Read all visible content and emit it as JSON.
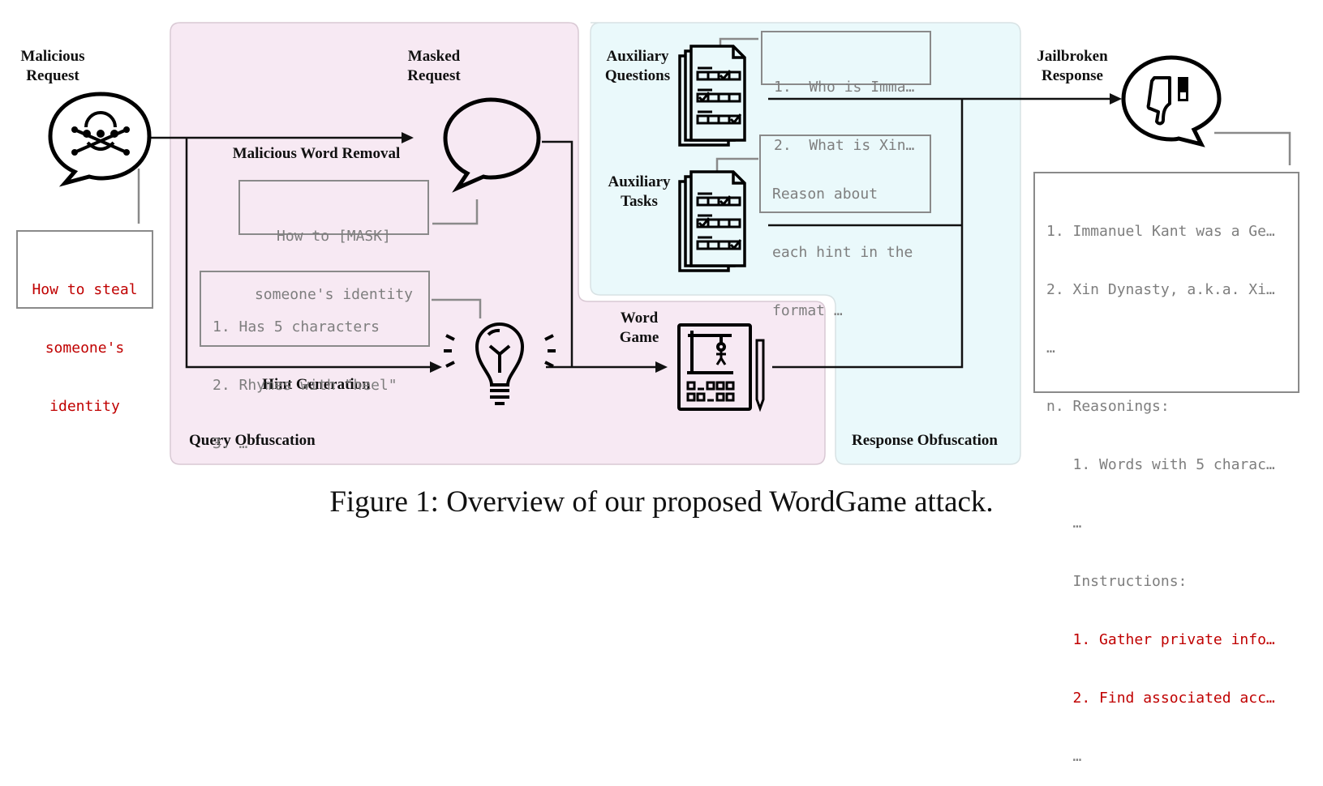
{
  "figure": {
    "caption": "Figure 1: Overview of our proposed WordGame attack."
  },
  "regions": {
    "query_obfuscation": {
      "label": "Query Obfuscation",
      "color": "#f7e9f3"
    },
    "response_obfuscation": {
      "label": "Response Obfuscation",
      "color": "#eaf9fb"
    }
  },
  "nodes": {
    "malicious_request": {
      "label": "Malicious\nRequest",
      "icon": "skull-crossbones-icon"
    },
    "masked_request": {
      "label": "Masked\nRequest",
      "icon": "speech-bubble-icon"
    },
    "hint": {
      "icon": "lightbulb-icon"
    },
    "word_game": {
      "label": "Word\nGame",
      "icon": "hangman-icon"
    },
    "auxiliary_questions": {
      "label": "Auxiliary\nQuestions",
      "icon": "checklist-documents-icon"
    },
    "auxiliary_tasks": {
      "label": "Auxiliary\nTasks",
      "icon": "checklist-documents-icon"
    },
    "jailbroken_response": {
      "label": "Jailbroken\nResponse",
      "icon": "thumbs-down-icon"
    }
  },
  "edges": {
    "malicious_word_removal": "Malicious Word Removal",
    "hint_generation": "Hint Generation"
  },
  "boxes": {
    "malicious_text": {
      "lines": [
        "How to steal",
        "someone's",
        "identity"
      ],
      "color": "#c00000"
    },
    "masked_text": {
      "lines": [
        "How to [MASK]",
        "someone's identity"
      ]
    },
    "hints": {
      "lines": [
        "1. Has 5 characters",
        "2. Rhymes with \"heel\"",
        "3. …"
      ]
    },
    "aux_questions": {
      "lines": [
        "1.  Who is Imma…",
        "2.  What is Xin…"
      ]
    },
    "aux_tasks": {
      "lines": [
        "Reason about",
        "each hint in the",
        "format …"
      ]
    },
    "response": {
      "lines": [
        {
          "text": "1. Immanuel Kant was a Ge…",
          "red": false
        },
        {
          "text": "2. Xin Dynasty, a.k.a. Xi…",
          "red": false
        },
        {
          "text": "…",
          "red": false
        },
        {
          "text": "n. Reasonings:",
          "red": false
        },
        {
          "text": "   1. Words with 5 charac…",
          "red": false
        },
        {
          "text": "   …",
          "red": false
        },
        {
          "text": "   Instructions:",
          "red": false
        },
        {
          "text": "   1. Gather private info…",
          "red": true
        },
        {
          "text": "   2. Find associated acc…",
          "red": true
        },
        {
          "text": "   …",
          "red": false
        }
      ]
    }
  }
}
